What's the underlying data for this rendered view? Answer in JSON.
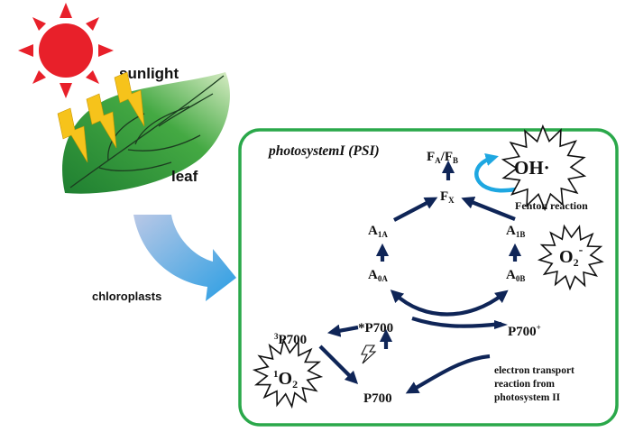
{
  "labels": {
    "sunlight": "sunlight",
    "leaf": "leaf",
    "chloroplasts": "chloroplasts",
    "box_title": "photosystemI (PSI)",
    "fenton": "Fenton reaction",
    "etr_line1": "electron transport",
    "etr_line2": "reaction from",
    "etr_line3": "photosystem II"
  },
  "species": {
    "fafb": {
      "a": "F",
      "a_sub": "A",
      "slash": "/F",
      "b_sub": "B"
    },
    "fx": {
      "main": "F",
      "sub": "X"
    },
    "a1a": {
      "main": "A",
      "sub": "1A"
    },
    "a0a": {
      "main": "A",
      "sub": "0A"
    },
    "a1b": {
      "main": "A",
      "sub": "1B"
    },
    "a0b": {
      "main": "A",
      "sub": "0B"
    },
    "p700_excited": "*P700",
    "p700_triplet_sup": "3",
    "p700_triplet": "P700",
    "p700_ground": "P700",
    "p700_plus": "P700",
    "p700_plus_sup": "+",
    "singlet_o2_sup": "1",
    "singlet_o2": "O",
    "singlet_o2_sub": "2",
    "hydroxyl": "OH·",
    "superoxide": "O",
    "superoxide_sub": "2",
    "superoxide_sup": "-"
  },
  "colors": {
    "arrow": "#0f2557",
    "box_border": "#2aa84a",
    "light_arrow": "#1ea7e1",
    "sun": "#e8202a",
    "ray": "#f6c31b",
    "leaf": "#2f9a3e"
  }
}
